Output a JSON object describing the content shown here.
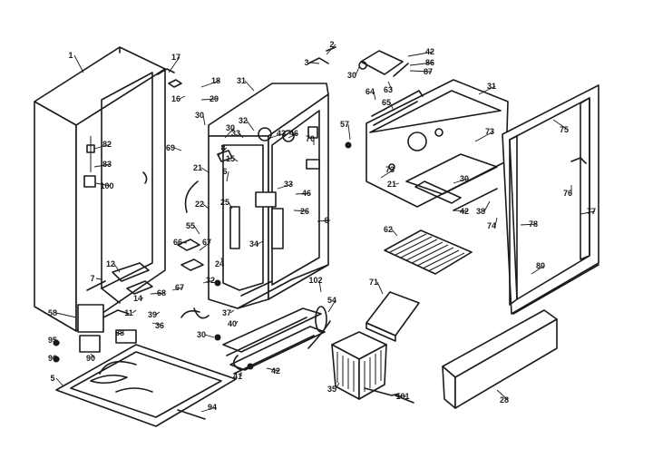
{
  "diagram": {
    "callouts": [
      {
        "id": "c-1",
        "text": "1"
      },
      {
        "id": "c-2",
        "text": "2"
      },
      {
        "id": "c-3",
        "text": "3"
      },
      {
        "id": "c-17",
        "text": "17"
      },
      {
        "id": "c-18",
        "text": "18"
      },
      {
        "id": "c-29a",
        "text": "29"
      },
      {
        "id": "c-16",
        "text": "16"
      },
      {
        "id": "c-31a",
        "text": "31"
      },
      {
        "id": "c-30a",
        "text": "30"
      },
      {
        "id": "c-32a",
        "text": "32"
      },
      {
        "id": "c-30b",
        "text": "30"
      },
      {
        "id": "c-42a",
        "text": "42"
      },
      {
        "id": "c-86",
        "text": "86"
      },
      {
        "id": "c-87",
        "text": "87"
      },
      {
        "id": "c-63",
        "text": "63"
      },
      {
        "id": "c-64",
        "text": "64"
      },
      {
        "id": "c-65",
        "text": "65"
      },
      {
        "id": "c-31b",
        "text": "31"
      },
      {
        "id": "c-57",
        "text": "57"
      },
      {
        "id": "c-73a",
        "text": "73"
      },
      {
        "id": "c-75",
        "text": "75"
      },
      {
        "id": "c-82",
        "text": "82"
      },
      {
        "id": "c-83",
        "text": "83"
      },
      {
        "id": "c-100",
        "text": "100"
      },
      {
        "id": "c-69",
        "text": "69"
      },
      {
        "id": "c-30c",
        "text": "30"
      },
      {
        "id": "c-8",
        "text": "8"
      },
      {
        "id": "c-33a",
        "text": "33"
      },
      {
        "id": "c-15",
        "text": "15"
      },
      {
        "id": "c-43",
        "text": "43"
      },
      {
        "id": "c-46a",
        "text": "46"
      },
      {
        "id": "c-70",
        "text": "70"
      },
      {
        "id": "c-21a",
        "text": "21"
      },
      {
        "id": "c-6a",
        "text": "6"
      },
      {
        "id": "c-33b",
        "text": "33"
      },
      {
        "id": "c-46b",
        "text": "46"
      },
      {
        "id": "c-22",
        "text": "22"
      },
      {
        "id": "c-25",
        "text": "25"
      },
      {
        "id": "c-26",
        "text": "26"
      },
      {
        "id": "c-6b",
        "text": "6"
      },
      {
        "id": "c-73b",
        "text": "73"
      },
      {
        "id": "c-21b",
        "text": "21"
      },
      {
        "id": "c-30d",
        "text": "30"
      },
      {
        "id": "c-42b",
        "text": "42"
      },
      {
        "id": "c-38",
        "text": "38"
      },
      {
        "id": "c-74",
        "text": "74"
      },
      {
        "id": "c-76",
        "text": "76"
      },
      {
        "id": "c-77",
        "text": "77"
      },
      {
        "id": "c-78",
        "text": "78"
      },
      {
        "id": "c-62",
        "text": "62"
      },
      {
        "id": "c-55",
        "text": "55"
      },
      {
        "id": "c-66",
        "text": "66"
      },
      {
        "id": "c-67a",
        "text": "67"
      },
      {
        "id": "c-24",
        "text": "24"
      },
      {
        "id": "c-34",
        "text": "34"
      },
      {
        "id": "c-12",
        "text": "12"
      },
      {
        "id": "c-7",
        "text": "7"
      },
      {
        "id": "c-32b",
        "text": "32"
      },
      {
        "id": "c-68",
        "text": "68"
      },
      {
        "id": "c-67b",
        "text": "67"
      },
      {
        "id": "c-11",
        "text": "11"
      },
      {
        "id": "c-14",
        "text": "14"
      },
      {
        "id": "c-39",
        "text": "39"
      },
      {
        "id": "c-36",
        "text": "36"
      },
      {
        "id": "c-40",
        "text": "40"
      },
      {
        "id": "c-37",
        "text": "37"
      },
      {
        "id": "c-102",
        "text": "102"
      },
      {
        "id": "c-54",
        "text": "54"
      },
      {
        "id": "c-71",
        "text": "71"
      },
      {
        "id": "c-80",
        "text": "80"
      },
      {
        "id": "c-58",
        "text": "58"
      },
      {
        "id": "c-95",
        "text": "95"
      },
      {
        "id": "c-96",
        "text": "96"
      },
      {
        "id": "c-88",
        "text": "88"
      },
      {
        "id": "c-90",
        "text": "90"
      },
      {
        "id": "c-30e",
        "text": "30"
      },
      {
        "id": "c-35",
        "text": "35"
      },
      {
        "id": "c-41",
        "text": "41"
      },
      {
        "id": "c-42c",
        "text": "42"
      },
      {
        "id": "c-5",
        "text": "5"
      },
      {
        "id": "c-94",
        "text": "94"
      },
      {
        "id": "c-101",
        "text": "101"
      },
      {
        "id": "c-28",
        "text": "28"
      }
    ]
  }
}
